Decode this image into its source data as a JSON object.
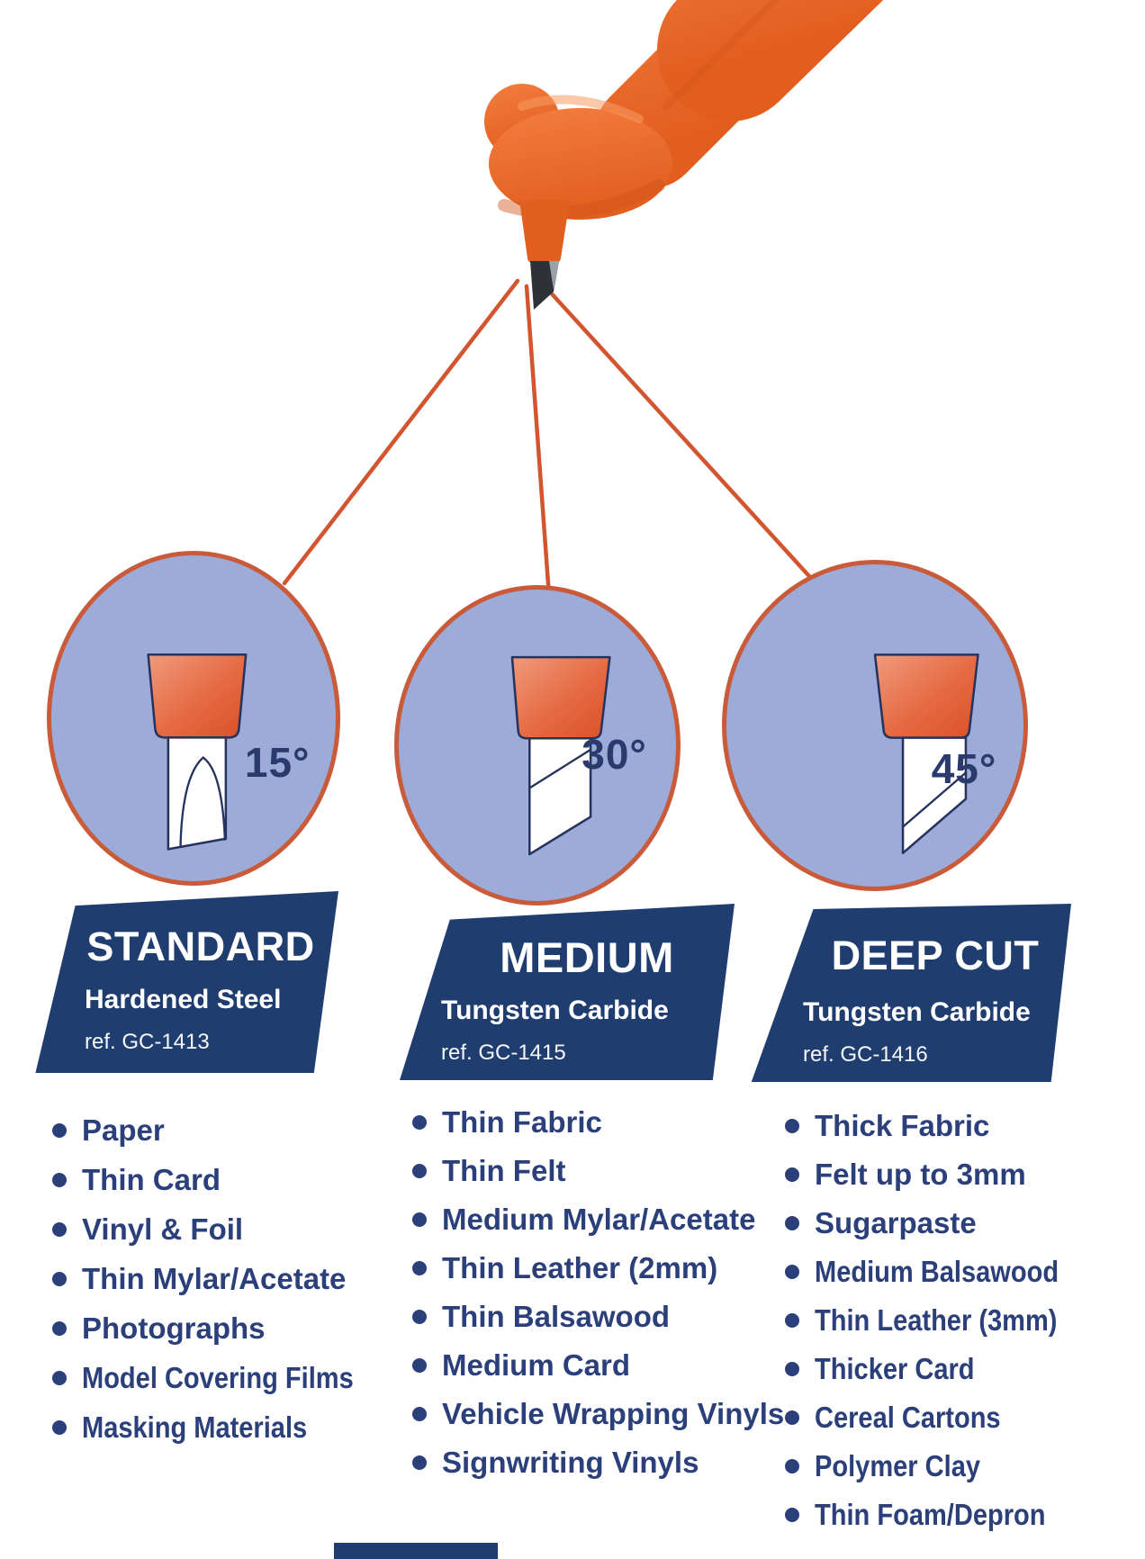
{
  "colors": {
    "background": "#ffffff",
    "tool_orange": "#EC6A2E",
    "connector_line": "#D2552F",
    "circle_fill": "#9CABD7",
    "circle_ring": "#C95B3B",
    "blade_holder_gradient_top": "#F09A7C",
    "blade_holder_gradient_bottom": "#DB5028",
    "banner_navy": "#1F3D6F",
    "text_blue": "#2B3F7A",
    "banner_text": "#ffffff"
  },
  "panels": [
    {
      "angle": "15°",
      "title": "STANDARD",
      "material": "Hardened Steel",
      "ref": "ref. GC-1413",
      "uses": [
        "Paper",
        "Thin Card",
        "Vinyl & Foil",
        "Thin Mylar/Acetate",
        "Photographs",
        "Model Covering Films",
        "Masking Materials"
      ]
    },
    {
      "angle": "30°",
      "title": "MEDIUM",
      "material": "Tungsten Carbide",
      "ref": "ref. GC-1415",
      "uses": [
        "Thin Fabric",
        "Thin Felt",
        "Medium Mylar/Acetate",
        "Thin Leather (2mm)",
        "Thin Balsawood",
        "Medium Card",
        "Vehicle Wrapping Vinyls",
        "Signwriting Vinyls"
      ]
    },
    {
      "angle": "45°",
      "title": "DEEP CUT",
      "material": "Tungsten Carbide",
      "ref": "ref. GC-1416",
      "uses": [
        "Thick Fabric",
        "Felt up to 3mm",
        "Sugarpaste",
        "Medium Balsawood",
        "Thin Leather (3mm)",
        "Thicker Card",
        "Cereal Cartons",
        "Polymer Clay",
        "Thin Foam/Depron"
      ]
    }
  ]
}
